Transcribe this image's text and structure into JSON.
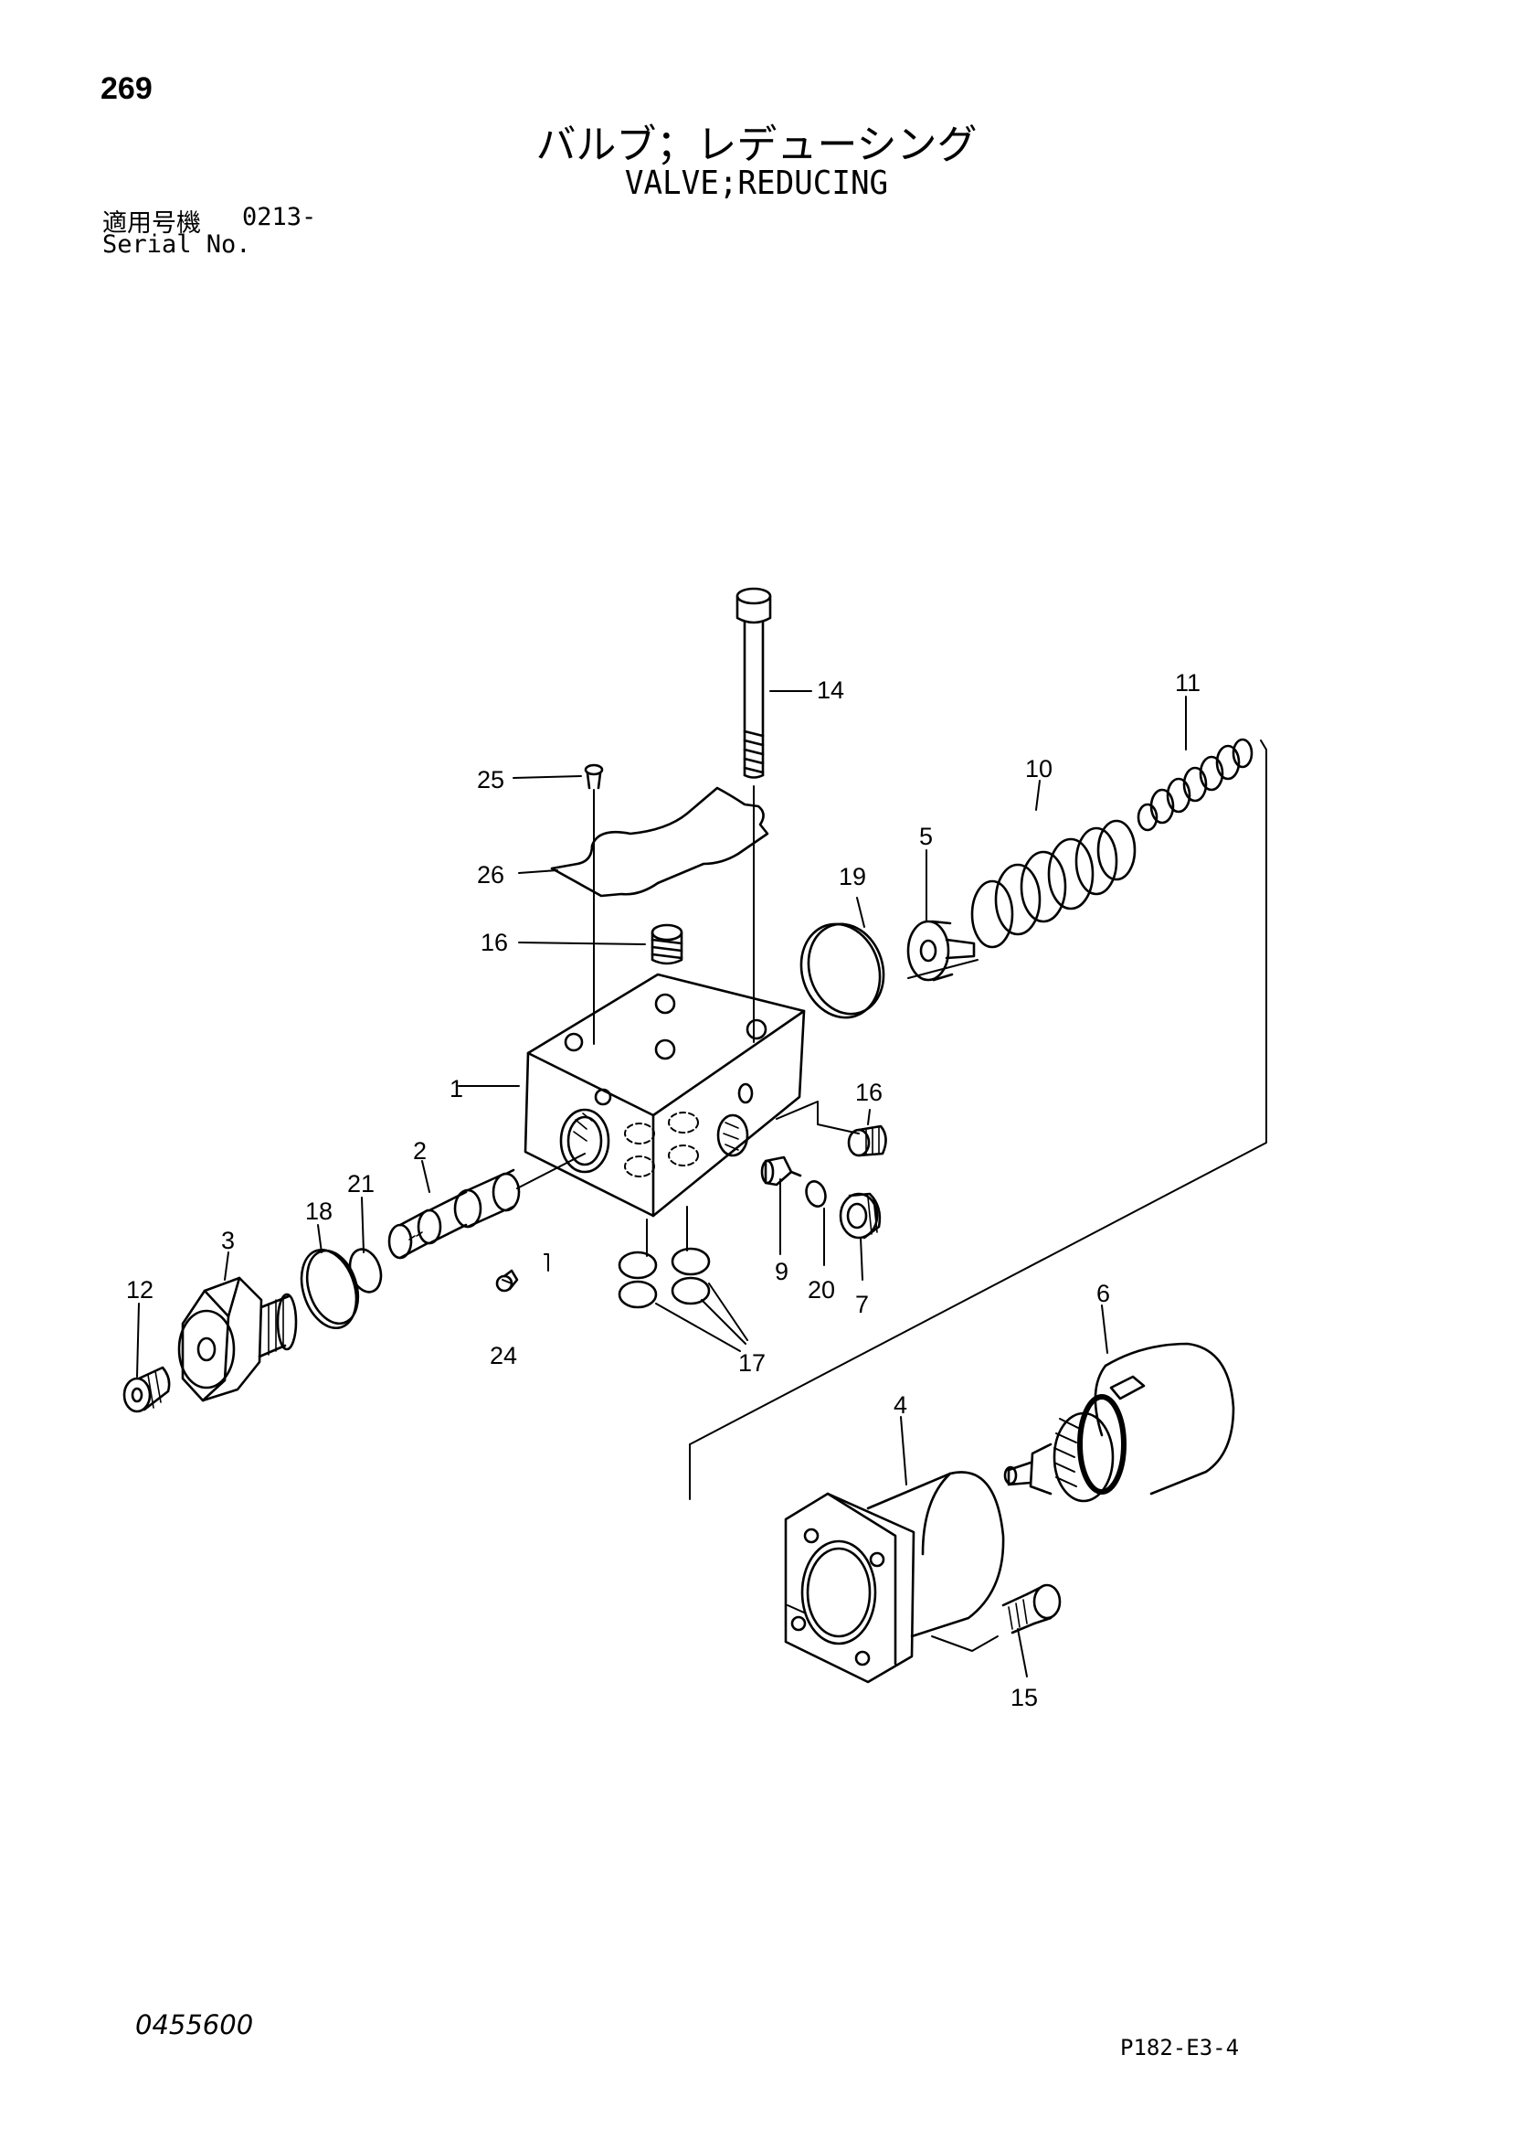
{
  "header": {
    "page_number": "269",
    "title_jp": "バルブ；レデューシング",
    "title_en": "VALVE;REDUCING",
    "serial_label_jp": "適用号機",
    "serial_value": "0213-",
    "serial_label_en": "Serial No."
  },
  "footer": {
    "doc_number": "0455600",
    "page_ref": "P182-E3-4"
  },
  "callouts": {
    "c1": "1",
    "c2": "2",
    "c3": "3",
    "c4": "4",
    "c5": "5",
    "c6": "6",
    "c7": "7",
    "c9": "9",
    "c10": "10",
    "c11": "11",
    "c12": "12",
    "c14": "14",
    "c15": "15",
    "c16a": "16",
    "c16b": "16",
    "c17": "17",
    "c18": "18",
    "c19": "19",
    "c20": "20",
    "c21": "21",
    "c24": "24",
    "c25": "25",
    "c26": "26"
  }
}
